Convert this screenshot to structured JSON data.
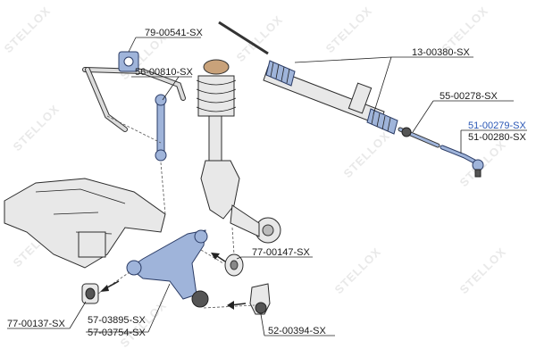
{
  "watermark": {
    "text": "STELLOX"
  },
  "colors": {
    "highlight": "#2a57b5",
    "part_fill": "#9fb4da",
    "text": "#1a1a1a"
  },
  "labels": {
    "l1": "79-00541-SX",
    "l2": "56-00810-SX",
    "l3": "13-00380-SX",
    "l4": "55-00278-SX",
    "l5": "51-00279-SX",
    "l6": "51-00280-SX",
    "l7": "77-00147-SX",
    "l8": "77-00137-SX",
    "l9": "57-03895-SX",
    "l10": "57-03754-SX",
    "l11": "52-00394-SX"
  }
}
